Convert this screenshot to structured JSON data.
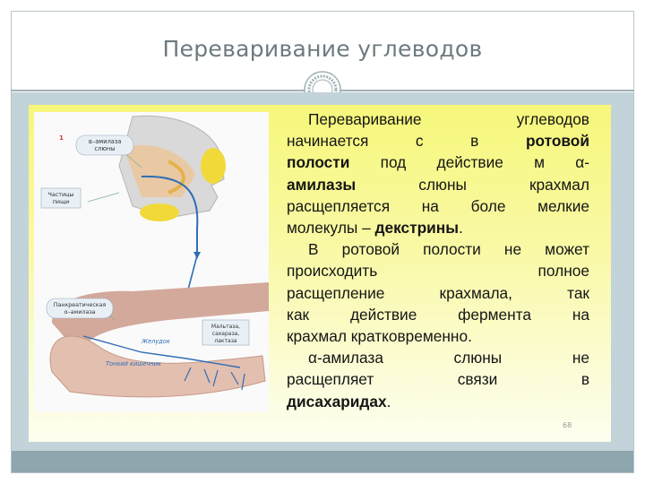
{
  "slide": {
    "title": "Переваривание углеводов",
    "page_number": "68"
  },
  "diagram": {
    "step_number": "1",
    "labels": {
      "salivary_amylase": "α–амилаза\nслюны",
      "food_particles": "Частицы\nпищи",
      "pancreatic_amylase": "Панкреатическая\nα–амилаза",
      "disaccharides": "Мальтаза,\nсахараза,\nлактаза",
      "stomach": "Желудок",
      "small_intestine": "Тонкий кишечник"
    }
  },
  "text": {
    "p1_lines": [
      "Переваривание углеводов",
      "начинается с в ",
      "полости",
      "амилазы",
      "расщепляется на боле мелкие",
      "молекулы – "
    ],
    "p1_parts": {
      "l2_bold": "ротовой",
      "l3_rest": " под действие м α-",
      "l4_rest": " слюны крахмал",
      "l6_bold": "декстрины",
      "l6_end": "."
    },
    "p2_lines": [
      "В ротовой полости не может",
      "происходить полное",
      "расщепление крахмала, так",
      "как действие фермента на",
      "крахмал кратковременно."
    ],
    "p3_lines": [
      "α-амилаза слюны не",
      "расщепляет связи в"
    ],
    "p3_last_bold": "дисахаридах",
    "p3_last_end": "."
  },
  "colors": {
    "panel_yellow": "#f6f77a",
    "band": "#c3d3da",
    "bottom_bar": "#8ea6ae",
    "title_text": "#6d7a80",
    "tract_blue": "#2f6db5"
  }
}
